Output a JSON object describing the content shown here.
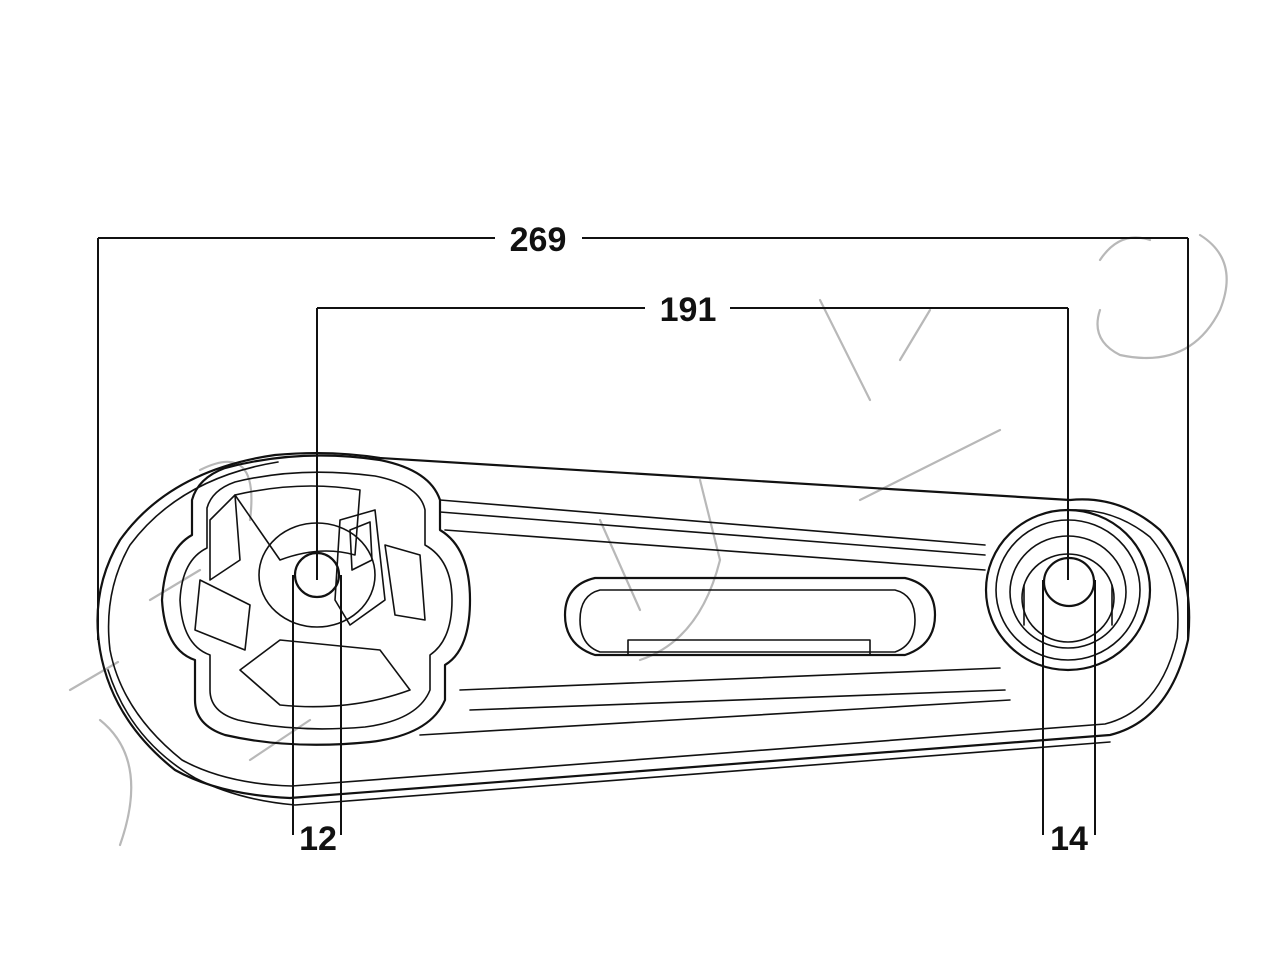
{
  "dimensions": {
    "overall_length": "269",
    "center_distance": "191",
    "left_bore": "12",
    "right_bore": "14"
  },
  "watermark": {
    "text": "JAPKO",
    "color": "#b8b8b8"
  },
  "line_color": "#111111",
  "background_color": "#ffffff"
}
